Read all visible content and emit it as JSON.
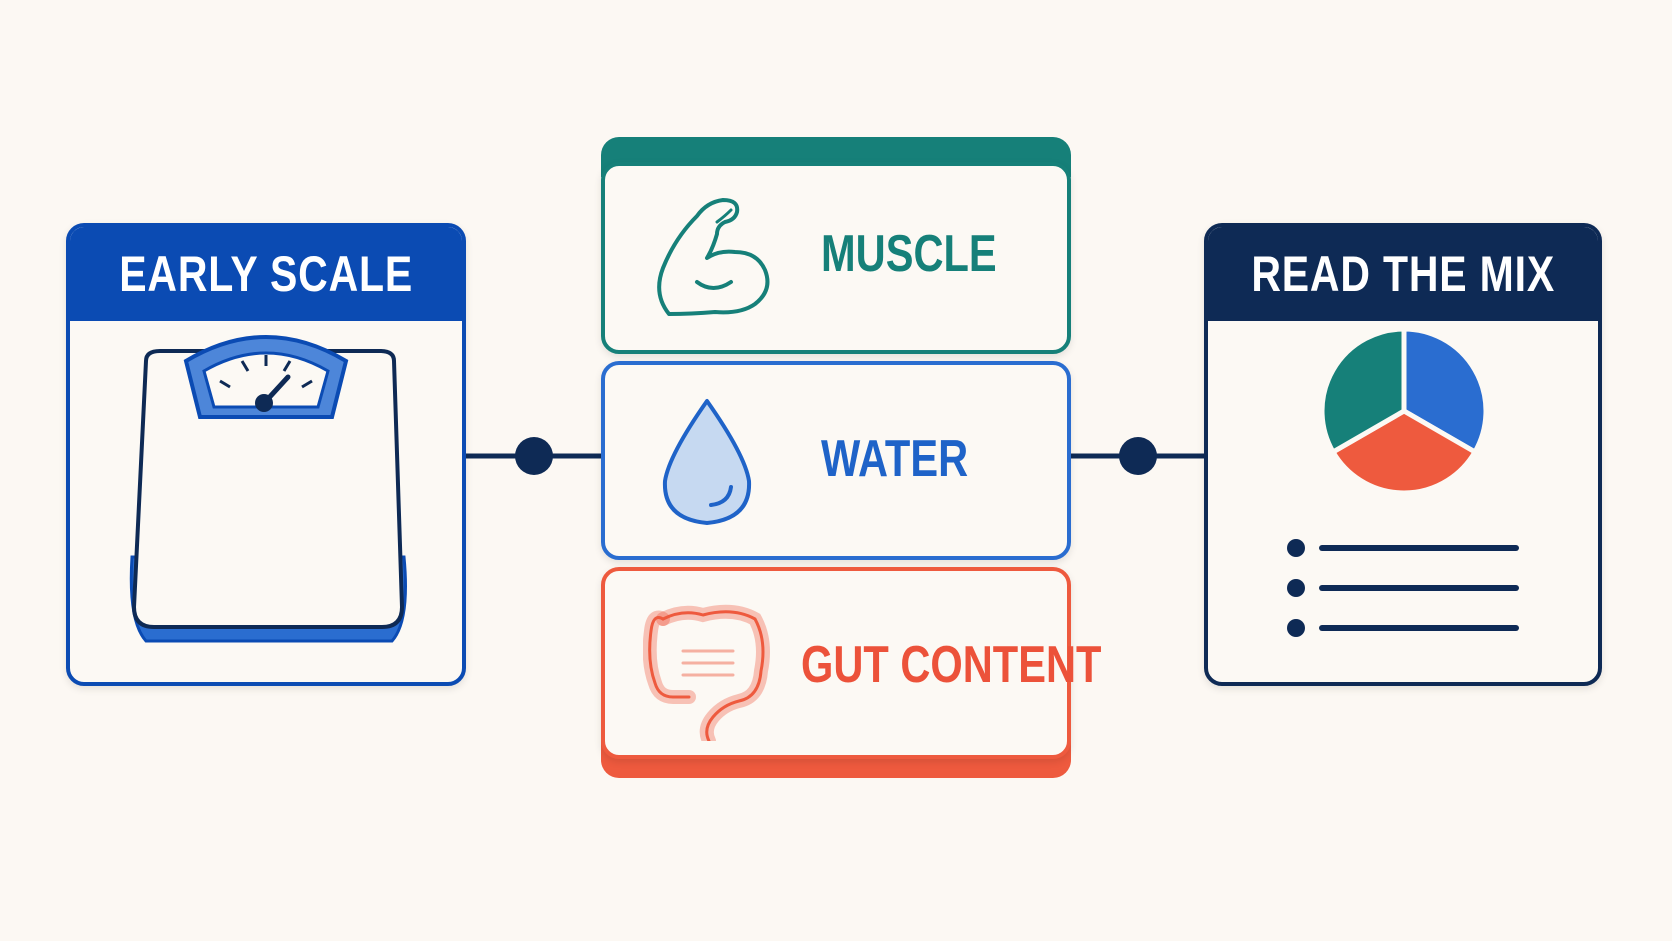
{
  "colors": {
    "background": "#fcf8f3",
    "scale_blue": "#0b4bb3",
    "navy": "#0e2a55",
    "muscle_teal": "#168079",
    "water_blue": "#2a6dd0",
    "gut_red": "#ee5a3e"
  },
  "early_scale": {
    "title": "EARLY SCALE",
    "icon": "bathroom-scale-icon"
  },
  "components": [
    {
      "label": "MUSCLE",
      "icon": "flexed-arm-icon"
    },
    {
      "label": "WATER",
      "icon": "water-drop-icon"
    },
    {
      "label": "GUT CONTENT",
      "icon": "intestine-icon"
    }
  ],
  "read_the_mix": {
    "title": "READ THE MIX",
    "icons": [
      "pie-chart-icon",
      "bullet-list-icon"
    ]
  }
}
